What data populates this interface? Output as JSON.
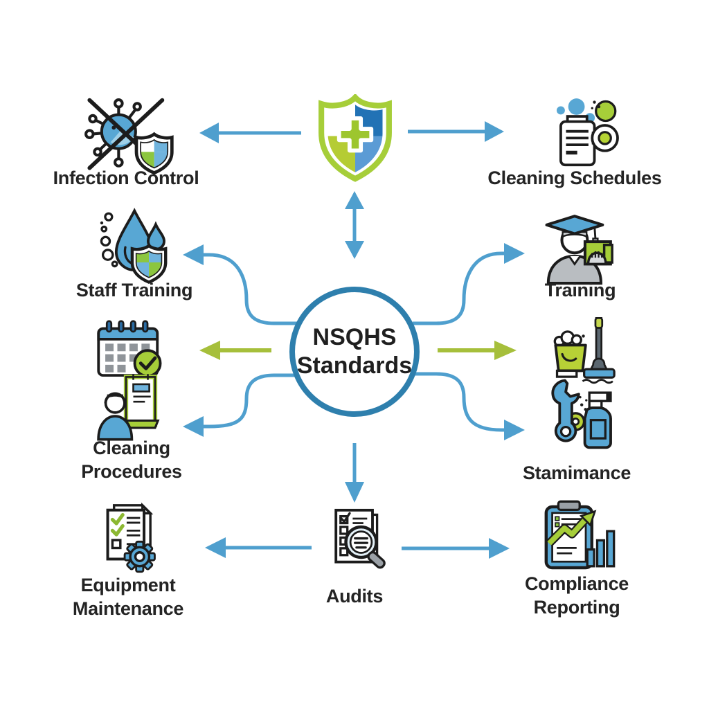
{
  "diagram": {
    "center": {
      "line1": "NSQHS",
      "line2": "Standards"
    },
    "nodes": {
      "infection_control": {
        "label": "Infection Control"
      },
      "cleaning_schedules": {
        "label": "Cleaning Schedules"
      },
      "staff_training": {
        "label": "Staff Training"
      },
      "training": {
        "label": "Training"
      },
      "cleaning_procedures": {
        "line1": "Cleaning",
        "line2": "Procedures"
      },
      "maintenance": {
        "label": "Stamimance"
      },
      "equipment_maintenance": {
        "line1": "Equipment",
        "line2": "Maintenance"
      },
      "audits": {
        "label": "Audits"
      },
      "compliance_reporting": {
        "line1": "Compliance",
        "line2": "Reporting"
      }
    },
    "colors": {
      "arrow_blue": "#4f9fce",
      "arrow_green": "#a6bf3b",
      "circle_stroke": "#2e7fad",
      "text": "#242424",
      "icon_blue": "#58a7d4",
      "icon_dark_blue": "#2272b5",
      "icon_green": "#a6ce39",
      "icon_gray": "#9aa0a6",
      "icon_outline": "#1c1c1c"
    }
  }
}
